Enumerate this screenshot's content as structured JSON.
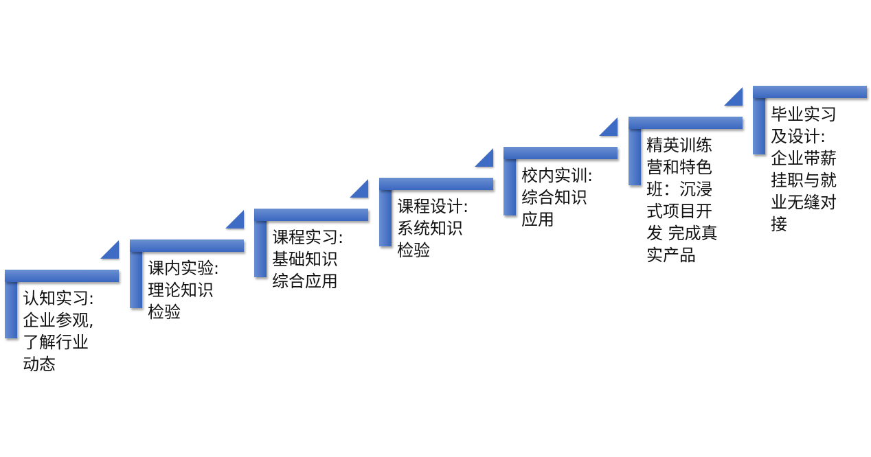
{
  "steps": [
    {
      "lines": [
        "认知实习:",
        "企业参观,",
        "了解行业",
        "动态"
      ]
    },
    {
      "lines": [
        "课内实验:",
        "理论知识",
        "检验"
      ]
    },
    {
      "lines": [
        "课程实习:",
        "基础知识",
        "综合应用"
      ]
    },
    {
      "lines": [
        "课程设计:",
        "系统知识",
        "检验"
      ]
    },
    {
      "lines": [
        "校内实训:",
        "综合知识",
        "应用"
      ]
    },
    {
      "lines": [
        "精英训练",
        "营和特色",
        "班：沉浸",
        "式项目开",
        "发 完成真",
        "实产品"
      ]
    },
    {
      "lines": [
        "毕业实习",
        "及设计:",
        "企业带薪",
        "挂职与就",
        "业无缝对",
        "接"
      ]
    }
  ],
  "colors": {
    "bar": "#4a76c8",
    "text": "#111111"
  }
}
